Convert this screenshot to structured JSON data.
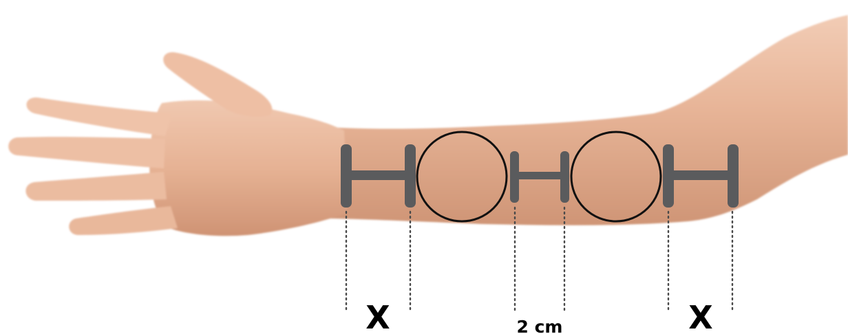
{
  "figure": {
    "labels": {
      "left_distance": "X",
      "center_distance": "2 cm",
      "right_distance": "X"
    },
    "colors": {
      "background": "#ffffff",
      "skin_light": "#f1c9b1",
      "skin_mid": "#e4b093",
      "skin_shadow": "#c98f6f",
      "marker_gray": "#5a5b5d",
      "circle_stroke": "#111111",
      "label_color": "#000000"
    },
    "icons": {
      "arm": "forearm-hand-photo",
      "spacer": "h-shaped-spacer-icon",
      "site": "injection-site-circle-icon"
    }
  }
}
